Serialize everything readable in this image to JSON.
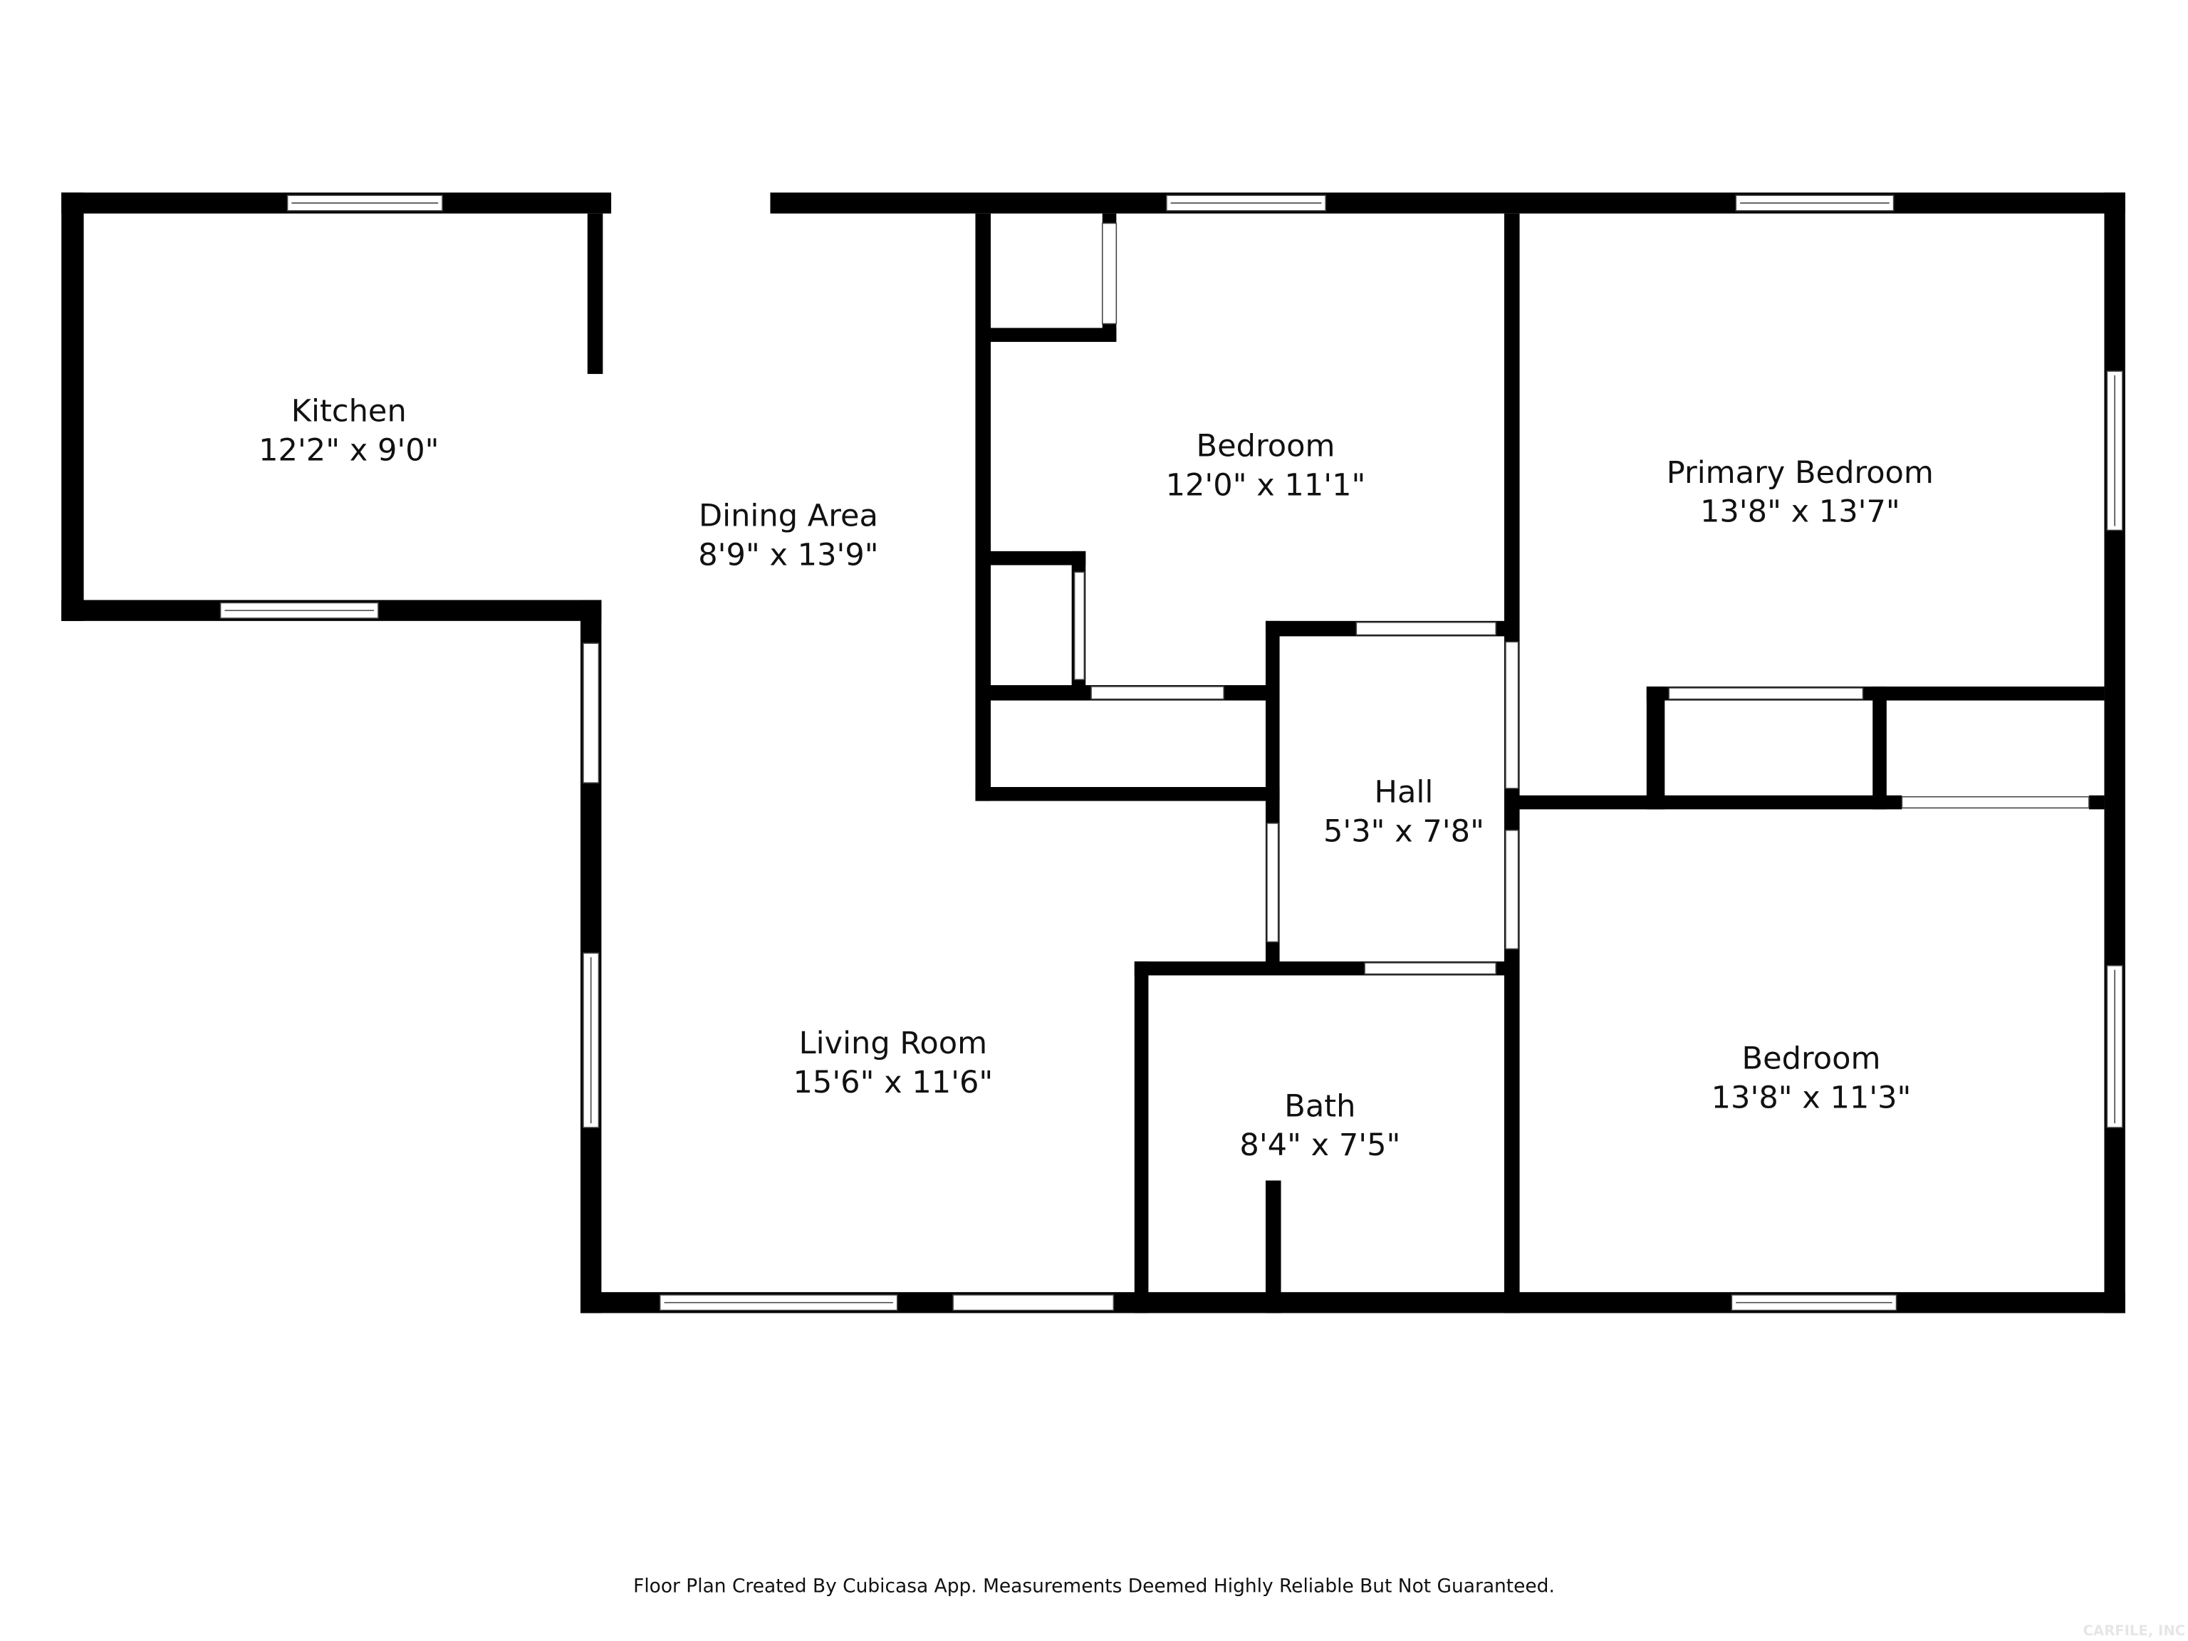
{
  "rooms": [
    {
      "name": "Kitchen",
      "size": "12'2\" x 9'0\""
    },
    {
      "name": "Dining Area",
      "size": "8'9\" x 13'9\""
    },
    {
      "name": "Bedroom",
      "size": "12'0\" x 11'1\""
    },
    {
      "name": "Primary Bedroom",
      "size": "13'8\" x 13'7\""
    },
    {
      "name": "Hall",
      "size": "5'3\" x 7'8\""
    },
    {
      "name": "Living Room",
      "size": "15'6\" x 11'6\""
    },
    {
      "name": "Bath",
      "size": "8'4\" x 7'5\""
    },
    {
      "name": "Bedroom",
      "size": "13'8\" x 11'3\""
    }
  ],
  "footer": "Floor Plan Created By Cubicasa App. Measurements Deemed Highly Reliable But Not Guaranteed.",
  "watermark": "CARFILE, INC",
  "colors": {
    "wall": "#000000",
    "window": "#ffffff",
    "background": "#ffffff"
  }
}
